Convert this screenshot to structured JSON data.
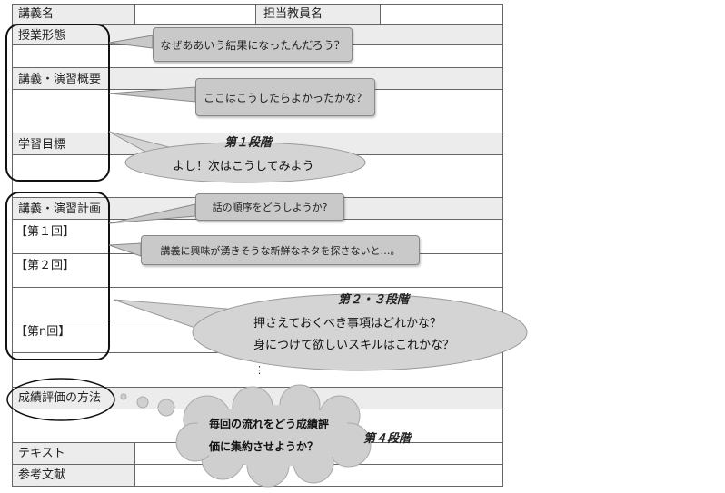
{
  "form": {
    "course_name": "講義名",
    "teacher": "担当教員名",
    "class_format": "授業形態",
    "overview": "講義・演習概要",
    "goals": "学習目標",
    "plan": "講義・演習計画",
    "session1": "【第１回】",
    "session2": "【第２回】",
    "session_n": "【第n回】",
    "ellipsis": "⋮",
    "evaluation": "成績評価の方法",
    "textbook": "テキスト",
    "references": "参考文献"
  },
  "bubbles": {
    "b1": "なぜああいう結果になったんだろう？",
    "b2": "ここはこうしたらよかったかな？",
    "b3": "よし！次はこうしてみよう",
    "b4": "話の順序をどうしようか?",
    "b5": "講義に興味が湧きそうな新鮮なネタを探さないと…。",
    "b6_line1": "押さえておくべき事項はどれかな？",
    "b6_line2": "身につけて欲しいスキルはこれかな？",
    "b7_line1": "毎回の流れをどう成績評",
    "b7_line2": "価に集約させようか？"
  },
  "stages": {
    "stage1": "第１段階",
    "stage23": "第２・３段階",
    "stage4": "第４段階"
  }
}
